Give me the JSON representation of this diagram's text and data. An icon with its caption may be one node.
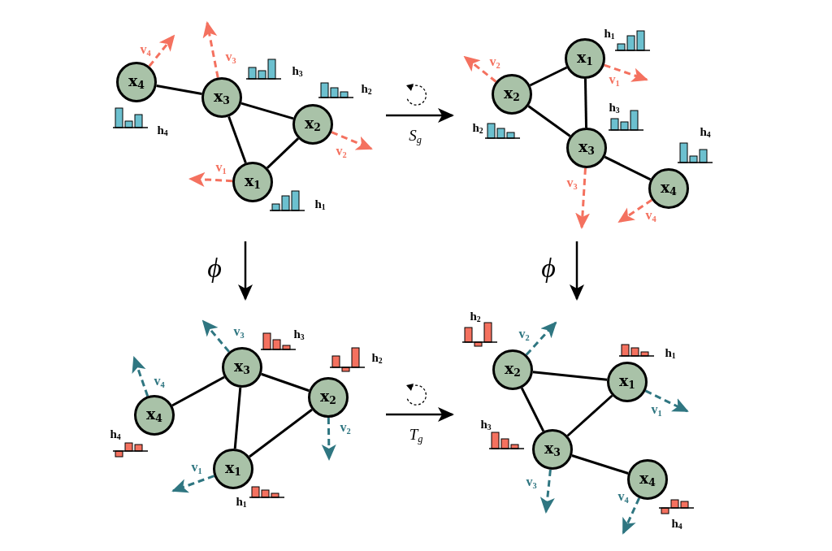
{
  "diagram": {
    "nodes": [
      {
        "text": [
          "x$_{1}$"
        ]
      },
      {
        "text": [
          "x$_{2}$"
        ]
      },
      {
        "text": [
          "x$_{3}$"
        ]
      },
      {
        "text": [
          "x$_{4}$"
        ]
      },
      {
        "text": [
          "x$_{1}$"
        ]
      },
      {
        "text": [
          "x$_{2}$"
        ]
      },
      {
        "text": [
          "x$_{3}$"
        ]
      },
      {
        "text": [
          "x$_{4}$"
        ]
      },
      {
        "text": [
          "x$_{1}$"
        ]
      },
      {
        "text": [
          "x$_{2}$"
        ]
      },
      {
        "text": [
          "x$_{3}$"
        ]
      },
      {
        "text": [
          "x$_{4}$"
        ]
      },
      {
        "text": [
          "x$_{1}$"
        ]
      },
      {
        "text": [
          "x$_{2}$"
        ]
      },
      {
        "text": [
          "x$_{3}$"
        ]
      },
      {
        "text": [
          "x$_{4}$"
        ]
      }
    ],
    "edges": [
      {
        "from": 2,
        "to": 3,
        "arrow": "none"
      },
      {
        "from": 2,
        "to": 1,
        "arrow": "none"
      },
      {
        "from": 2,
        "to": 0,
        "arrow": "none"
      },
      {
        "from": 0,
        "to": 1,
        "arrow": "none"
      },
      {
        "from": 5,
        "to": 4,
        "arrow": "none"
      },
      {
        "from": 4,
        "to": 6,
        "arrow": "none"
      },
      {
        "from": 5,
        "to": 6,
        "arrow": "none"
      },
      {
        "from": 6,
        "to": 7,
        "arrow": "none"
      },
      {
        "from": 11,
        "to": 10,
        "arrow": "none"
      },
      {
        "from": 10,
        "to": 9,
        "arrow": "none"
      },
      {
        "from": 10,
        "to": 8,
        "arrow": "none"
      },
      {
        "from": 8,
        "to": 9,
        "arrow": "none"
      },
      {
        "from": 13,
        "to": 12,
        "arrow": "none"
      },
      {
        "from": 12,
        "to": 14,
        "arrow": "none"
      },
      {
        "from": 13,
        "to": 14,
        "arrow": "none"
      },
      {
        "from": 14,
        "to": 15,
        "arrow": "none"
      },
      {
        "from": 0,
        "to": null,
        "arrow": "to",
        "label": "v$_{1}$",
        "style": "dashed",
        "color": "#f4715f"
      },
      {
        "from": 1,
        "to": null,
        "arrow": "to",
        "label": "v$_{2}$",
        "style": "dashed",
        "color": "#f4715f"
      },
      {
        "from": 2,
        "to": null,
        "arrow": "to",
        "label": "v$_{3}$",
        "style": "dashed",
        "color": "#f4715f"
      },
      {
        "from": 3,
        "to": null,
        "arrow": "to",
        "label": "v$_{4}$",
        "style": "dashed",
        "color": "#f4715f"
      },
      {
        "from": 4,
        "to": null,
        "arrow": "to",
        "label": "v$_{1}$",
        "style": "dashed",
        "color": "#f4715f"
      },
      {
        "from": 5,
        "to": null,
        "arrow": "to",
        "label": "v$_{2}$",
        "style": "dashed",
        "color": "#f4715f"
      },
      {
        "from": 6,
        "to": null,
        "arrow": "to",
        "label": "v$_{3}$",
        "style": "dashed",
        "color": "#f4715f"
      },
      {
        "from": 7,
        "to": null,
        "arrow": "to",
        "label": "v$_{4}$",
        "style": "dashed",
        "color": "#f4715f"
      },
      {
        "from": 8,
        "to": null,
        "arrow": "to",
        "label": "v$_{1}$",
        "style": "dashed",
        "color": "#2f7681"
      },
      {
        "from": 9,
        "to": null,
        "arrow": "to",
        "label": "v$_{2}$",
        "style": "dashed",
        "color": "#2f7681"
      },
      {
        "from": 10,
        "to": null,
        "arrow": "to",
        "label": "v$_{3}$",
        "style": "dashed",
        "color": "#2f7681"
      },
      {
        "from": 11,
        "to": null,
        "arrow": "to",
        "label": "v$_{4}$",
        "style": "dashed",
        "color": "#2f7681"
      },
      {
        "from": 12,
        "to": null,
        "arrow": "to",
        "label": "v$_{1}$",
        "style": "dashed",
        "color": "#2f7681"
      },
      {
        "from": 13,
        "to": null,
        "arrow": "to",
        "label": "v$_{2}$",
        "style": "dashed",
        "color": "#2f7681"
      },
      {
        "from": 14,
        "to": null,
        "arrow": "to",
        "label": "v$_{3}$",
        "style": "dashed",
        "color": "#2f7681"
      },
      {
        "from": 15,
        "to": null,
        "arrow": "to",
        "label": "v$_{4}$",
        "style": "dashed",
        "color": "#2f7681"
      }
    ],
    "labels": [
      "h$_{1}$",
      "h$_{2}$",
      "h$_{3}$",
      "h$_{4}$",
      "S$_{g}$",
      "h$_{1}$",
      "h$_{2}$",
      "h$_{3}$",
      "h$_{4}$",
      "ϕ",
      "ϕ",
      "h$_{1}$",
      "h$_{2}$",
      "h$_{3}$",
      "h$_{4}$",
      "T$_{g}$",
      "h$_{1}$",
      "h$_{2}$",
      "h$_{3}$",
      "h$_{4}$"
    ]
  }
}
